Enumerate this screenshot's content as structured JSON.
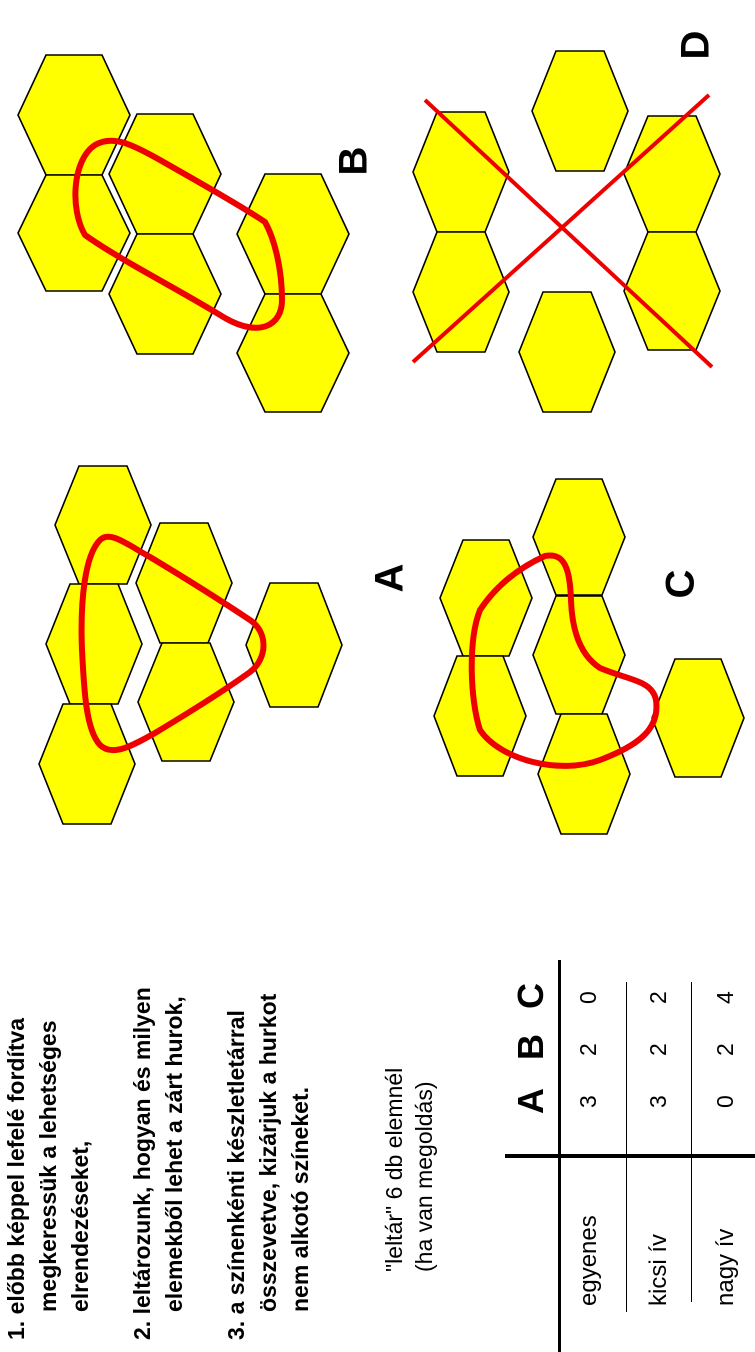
{
  "figures": [
    {
      "letter": "A"
    },
    {
      "letter": "B"
    },
    {
      "letter": "C"
    },
    {
      "letter": "D"
    }
  ],
  "steps": [
    {
      "number": "1.",
      "lines": [
        "előbb képpel lefelé fordítva",
        "megkeressük a lehetséges",
        "elrendezéseket,"
      ]
    },
    {
      "number": "2.",
      "lines": [
        "leltározunk, hogyan és milyen",
        "elemekből lehet a zárt hurok,"
      ]
    },
    {
      "number": "3.",
      "lines": [
        "a színenkénti készletletárral",
        "összevetve, kizárjuk a hurkot",
        "nem alkotó színeket."
      ]
    }
  ],
  "inventory": {
    "caption_lines": [
      "\"leltár\" 6 db elemnél",
      "(ha van megoldás)"
    ],
    "columns": [
      "A",
      "B",
      "C"
    ],
    "rows": [
      {
        "label": "egyenes",
        "values": [
          "3",
          "2",
          "0"
        ]
      },
      {
        "label": "kicsi ív",
        "values": [
          "3",
          "2",
          "2"
        ]
      },
      {
        "label": "nagy ív",
        "values": [
          "0",
          "2",
          "4"
        ]
      }
    ]
  },
  "colors": {
    "hexagon_fill": "#ffff00",
    "hexagon_outline": "#000000",
    "loop": "#ee0000",
    "background": "#ffffff"
  }
}
